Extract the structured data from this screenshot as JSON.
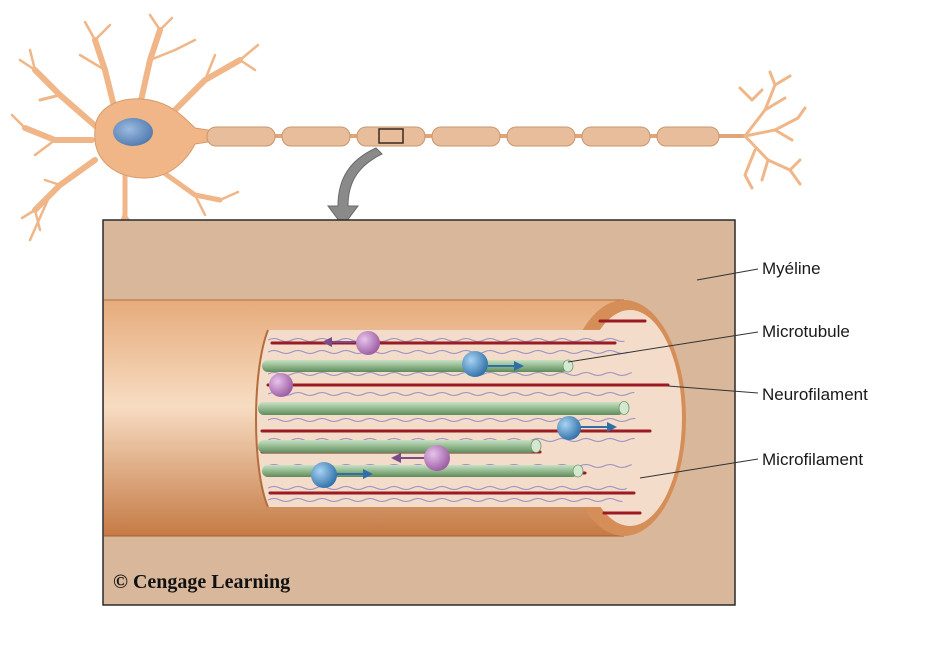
{
  "labels": {
    "myelin": "Myéline",
    "microtubule": "Microtubule",
    "neurofilament": "Neurofilament",
    "microfilament": "Microfilament"
  },
  "copyright": "© Cengage Learning",
  "colors": {
    "neuron": "#f0b688",
    "neuron_outline": "#c98b5a",
    "nucleus": "#5f87bd",
    "myelin_box": "#d9b79a",
    "axon": "#d58e57",
    "axon_interior": "#f3dcc9",
    "neurofilament": "#9b1a23",
    "microtubule": "#8fb38c",
    "microfilament": "#9b8fc4",
    "vesicle_pink": "#b77bbd",
    "vesicle_blue": "#4d8fc9"
  }
}
